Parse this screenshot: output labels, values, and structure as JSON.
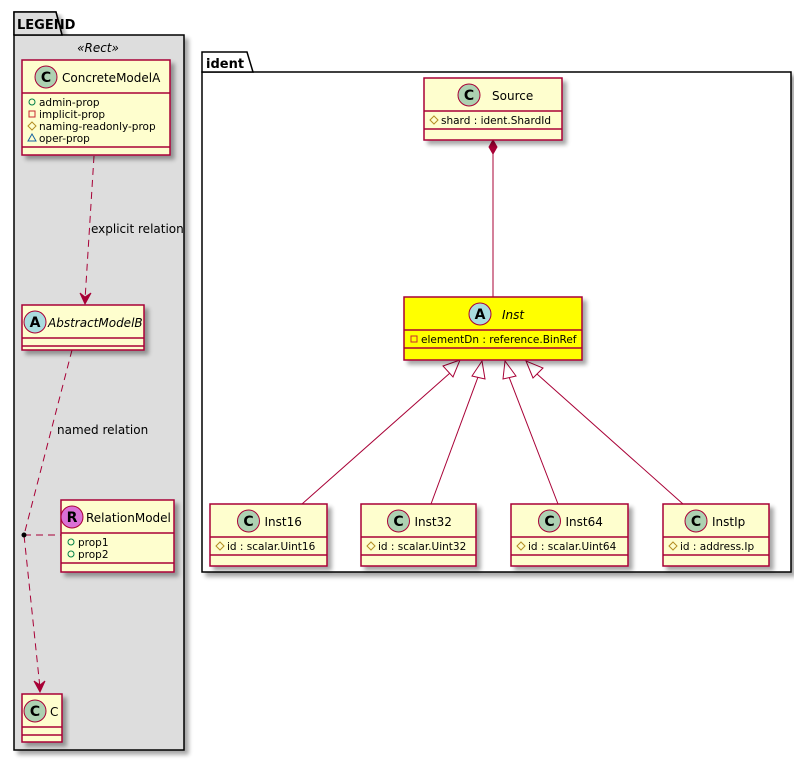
{
  "legend": {
    "package_name": "LEGEND",
    "stereotype": "«Rect»",
    "concrete": {
      "badge": "C",
      "name": "ConcreteModelA",
      "props": [
        {
          "vis": "public",
          "label": "admin-prop"
        },
        {
          "vis": "private",
          "label": "implicit-prop"
        },
        {
          "vis": "protected",
          "label": "naming-readonly-prop"
        },
        {
          "vis": "package",
          "label": "oper-prop"
        }
      ]
    },
    "abstract": {
      "badge": "A",
      "name": "AbstractModelB"
    },
    "relation": {
      "badge": "R",
      "name": "RelationModel",
      "props": [
        {
          "vis": "public",
          "label": "prop1"
        },
        {
          "vis": "public",
          "label": "prop2"
        }
      ]
    },
    "c": {
      "badge": "C",
      "name": "C"
    },
    "edge_explicit": "explicit relation",
    "edge_named": "named relation"
  },
  "ident": {
    "package_name": "ident",
    "source": {
      "badge": "C",
      "name": "Source",
      "field": "shard : ident.ShardId"
    },
    "inst": {
      "badge": "A",
      "name": "Inst",
      "field": "elementDn : reference.BinRef"
    },
    "children": [
      {
        "badge": "C",
        "name": "Inst16",
        "field": "id : scalar.Uint16"
      },
      {
        "badge": "C",
        "name": "Inst32",
        "field": "id : scalar.Uint32"
      },
      {
        "badge": "C",
        "name": "Inst64",
        "field": "id : scalar.Uint64"
      },
      {
        "badge": "C",
        "name": "InstIp",
        "field": "id : address.Ip"
      }
    ]
  },
  "colors": {
    "class_fill": "#FEFECE",
    "class_border": "#A80036",
    "highlight_fill": "#FFFF00",
    "package_fill": "#DDDDDD",
    "badge_class": "#ADD1B2",
    "badge_abstract": "#A9DCDF",
    "badge_relation": "#DA70D6"
  }
}
